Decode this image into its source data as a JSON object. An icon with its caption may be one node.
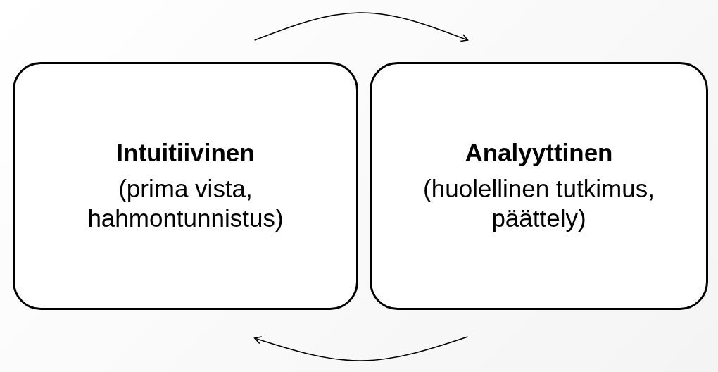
{
  "diagram": {
    "nodes": [
      {
        "text": [
          "Intuitiivinen",
          "(prima vista, hahmontunnistus)"
        ]
      },
      {
        "text": [
          "Analyyttinen",
          "(huolellinen tutkimus, päättely)"
        ]
      }
    ],
    "edges": [
      {
        "from": 0,
        "to": 1,
        "arrow": "to"
      },
      {
        "from": 1,
        "to": 0,
        "arrow": "to"
      }
    ]
  }
}
